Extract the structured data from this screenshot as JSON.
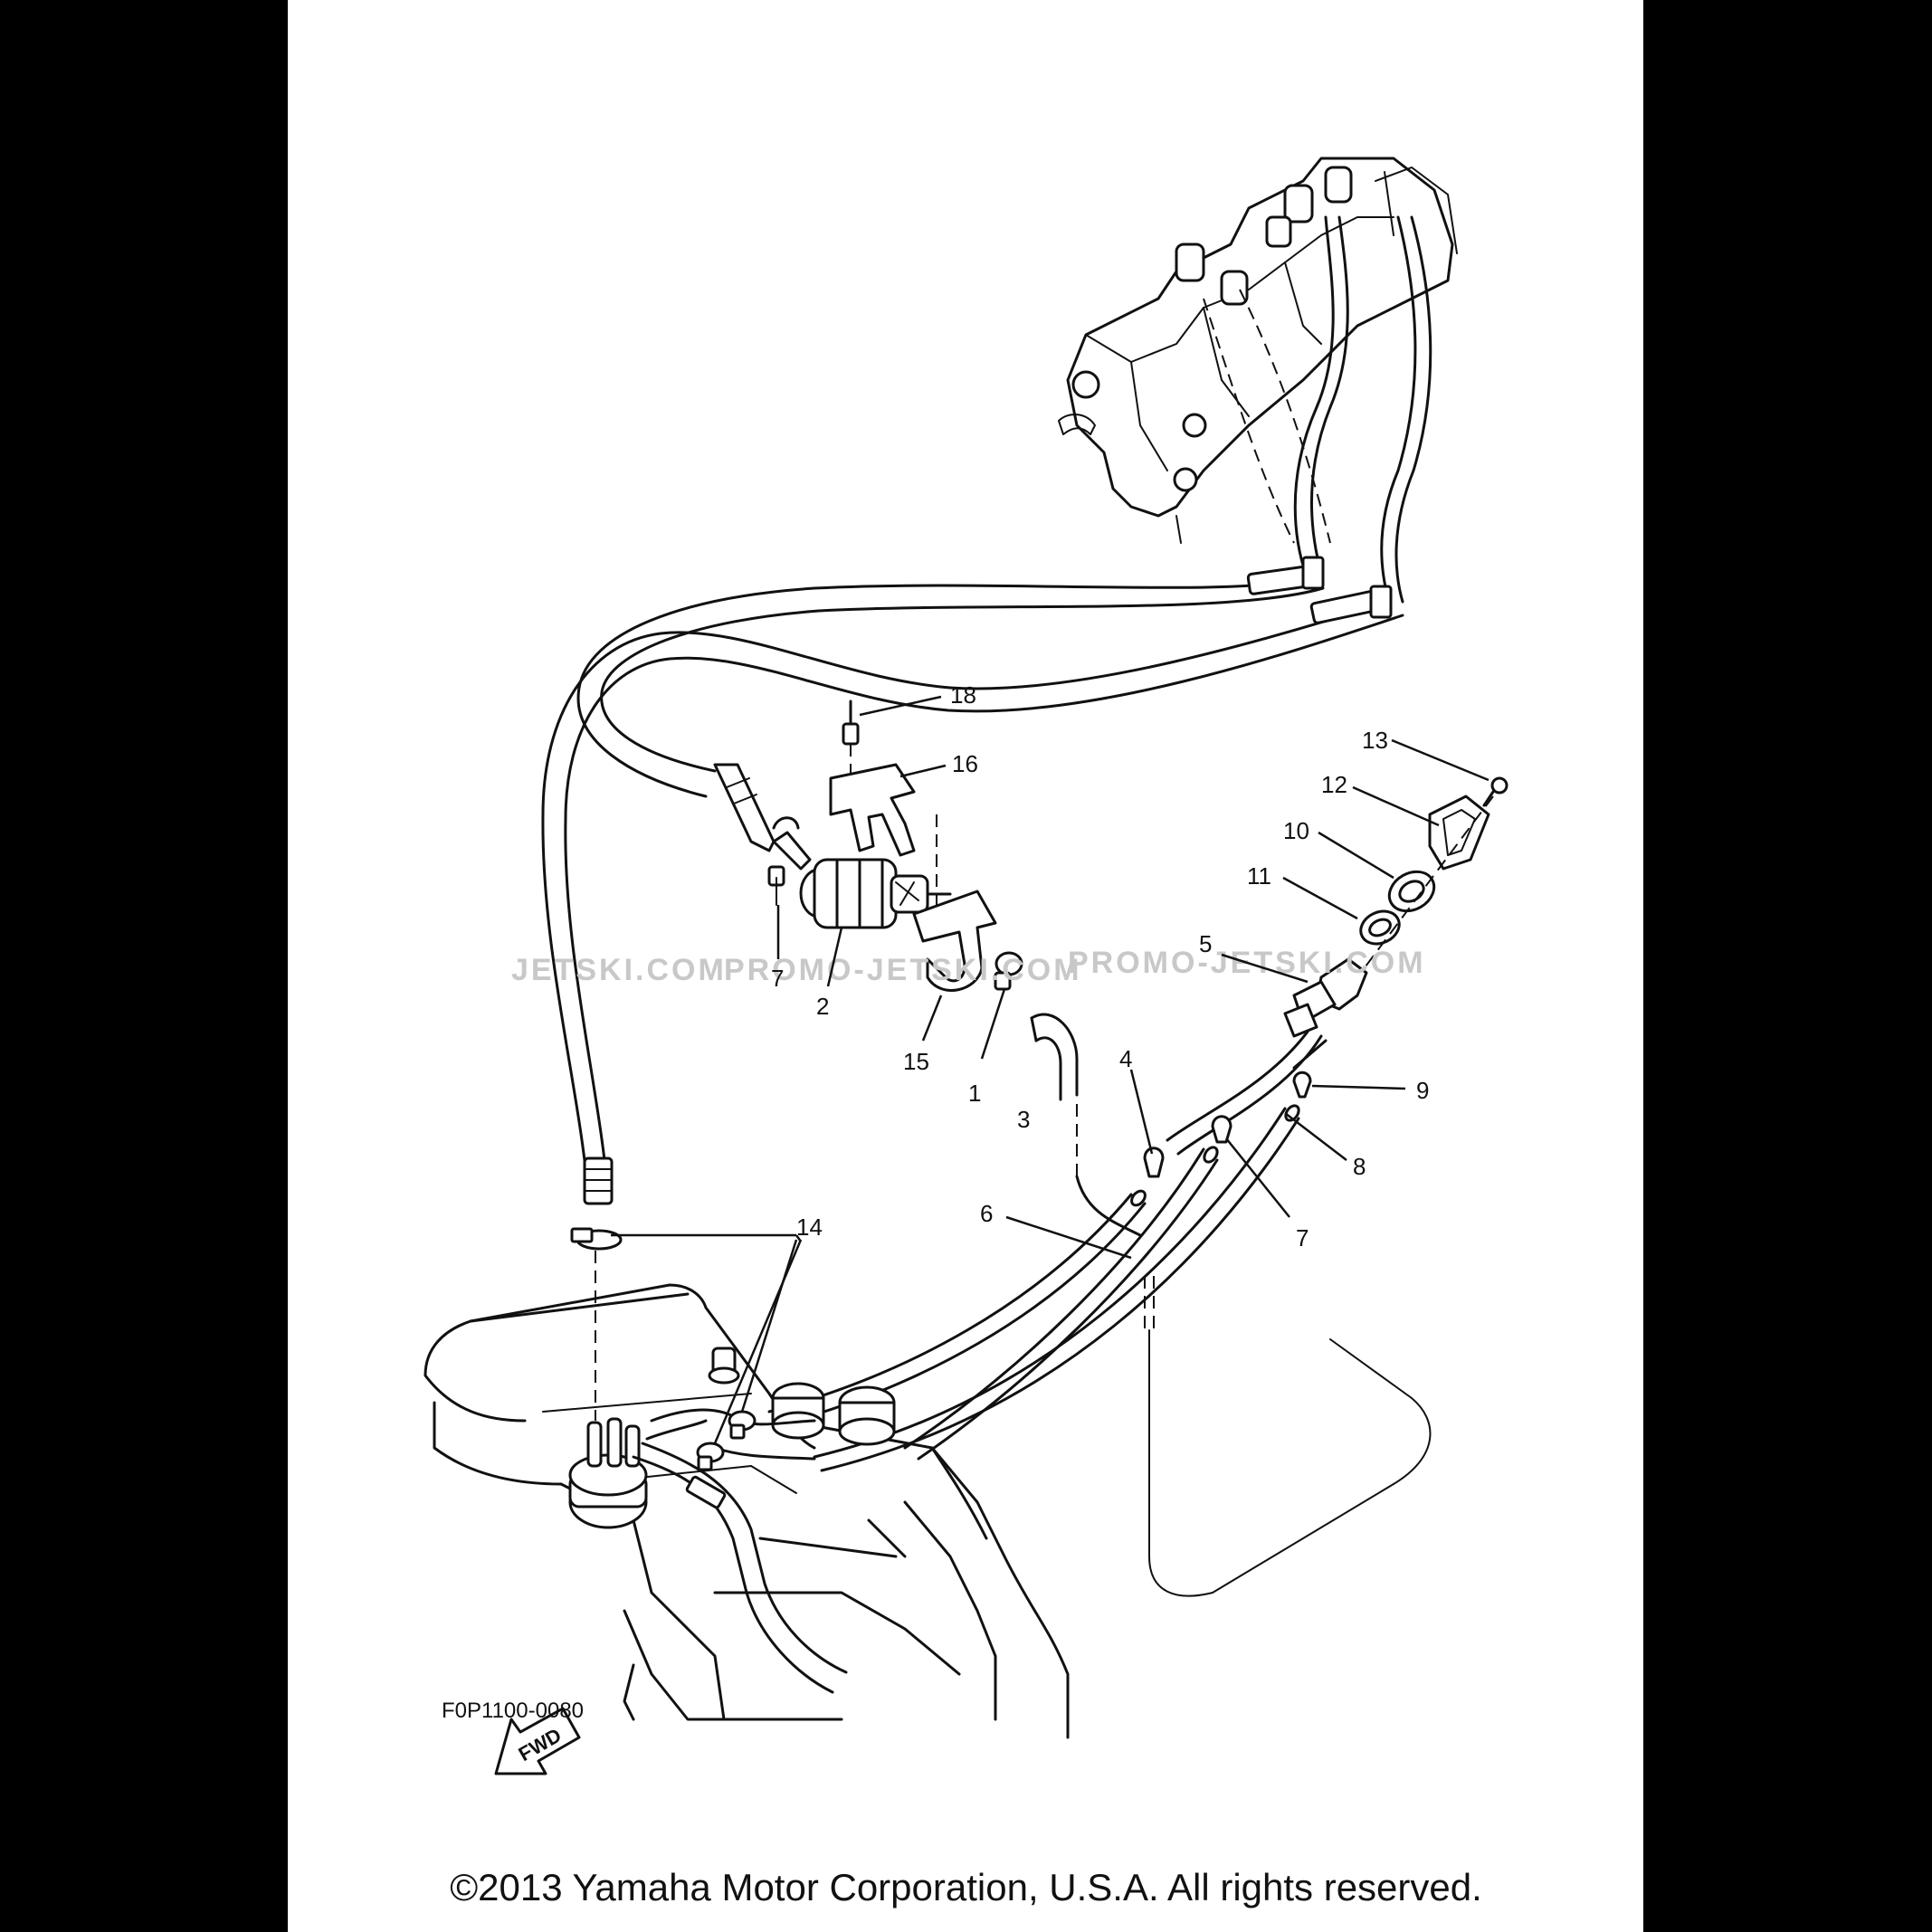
{
  "diagram": {
    "drawing_code": "F0P1100-0080",
    "direction_label": "FWD",
    "watermarks": [
      "JETSKI.COM",
      "PROMO-JETSKI.COM",
      "PROMO-JETSKI.COM"
    ],
    "callouts": [
      {
        "id": "c1",
        "label": "1"
      },
      {
        "id": "c2",
        "label": "2"
      },
      {
        "id": "c3",
        "label": "3"
      },
      {
        "id": "c4",
        "label": "4"
      },
      {
        "id": "c5",
        "label": "5"
      },
      {
        "id": "c6",
        "label": "6"
      },
      {
        "id": "c7a",
        "label": "7"
      },
      {
        "id": "c7b",
        "label": "7"
      },
      {
        "id": "c8",
        "label": "8"
      },
      {
        "id": "c9",
        "label": "9"
      },
      {
        "id": "c10",
        "label": "10"
      },
      {
        "id": "c11",
        "label": "11"
      },
      {
        "id": "c12",
        "label": "12"
      },
      {
        "id": "c13",
        "label": "13"
      },
      {
        "id": "c14",
        "label": "14"
      },
      {
        "id": "c15",
        "label": "15"
      },
      {
        "id": "c16",
        "label": "16"
      },
      {
        "id": "c18",
        "label": "18"
      }
    ]
  },
  "footer": {
    "copyright": "©2013 Yamaha Motor Corporation, U.S.A. All rights reserved."
  }
}
